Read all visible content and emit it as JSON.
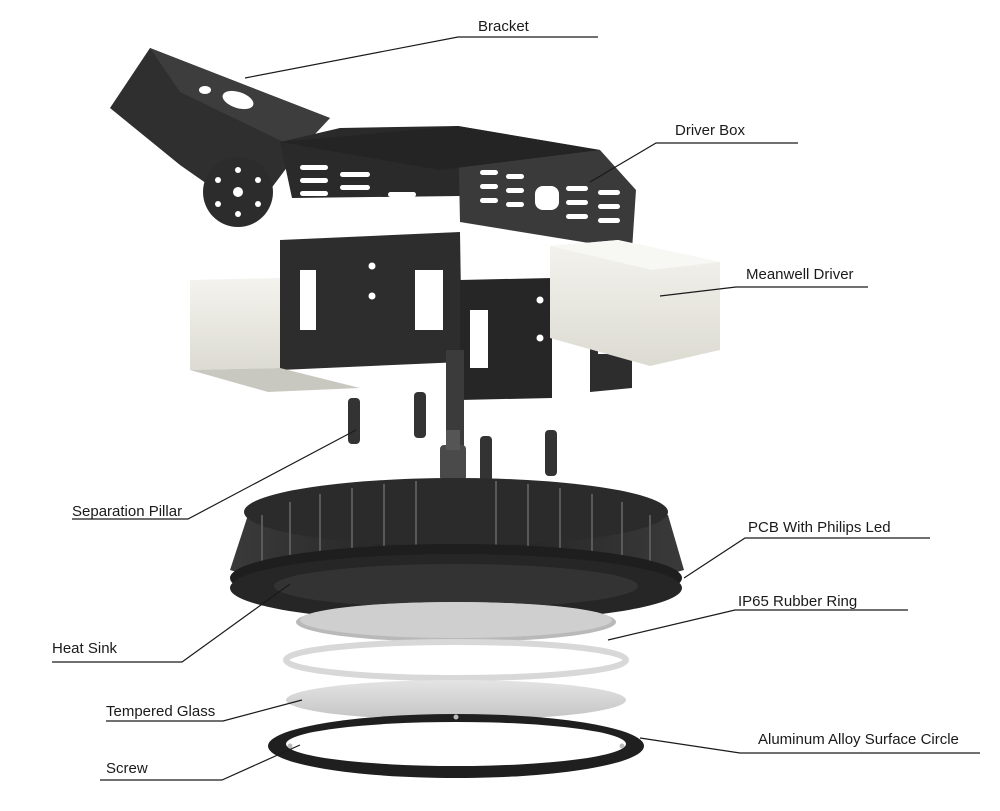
{
  "labels": {
    "bracket": "Bracket",
    "driver_box": "Driver Box",
    "meanwell_driver": "Meanwell Driver",
    "separation_pillar": "Separation Pillar",
    "pcb": "PCB With Philips Led",
    "heat_sink": "Heat Sink",
    "rubber_ring": "IP65 Rubber Ring",
    "tempered_glass": "Tempered Glass",
    "surface_circle": "Aluminum Alloy Surface Circle",
    "screw": "Screw"
  },
  "colors": {
    "metal_dark": "#2e2e2e",
    "metal_mid": "#444444",
    "driver_white": "#ecebe4",
    "glass": "#d4d4d4",
    "leader": "#1a1a1a"
  }
}
